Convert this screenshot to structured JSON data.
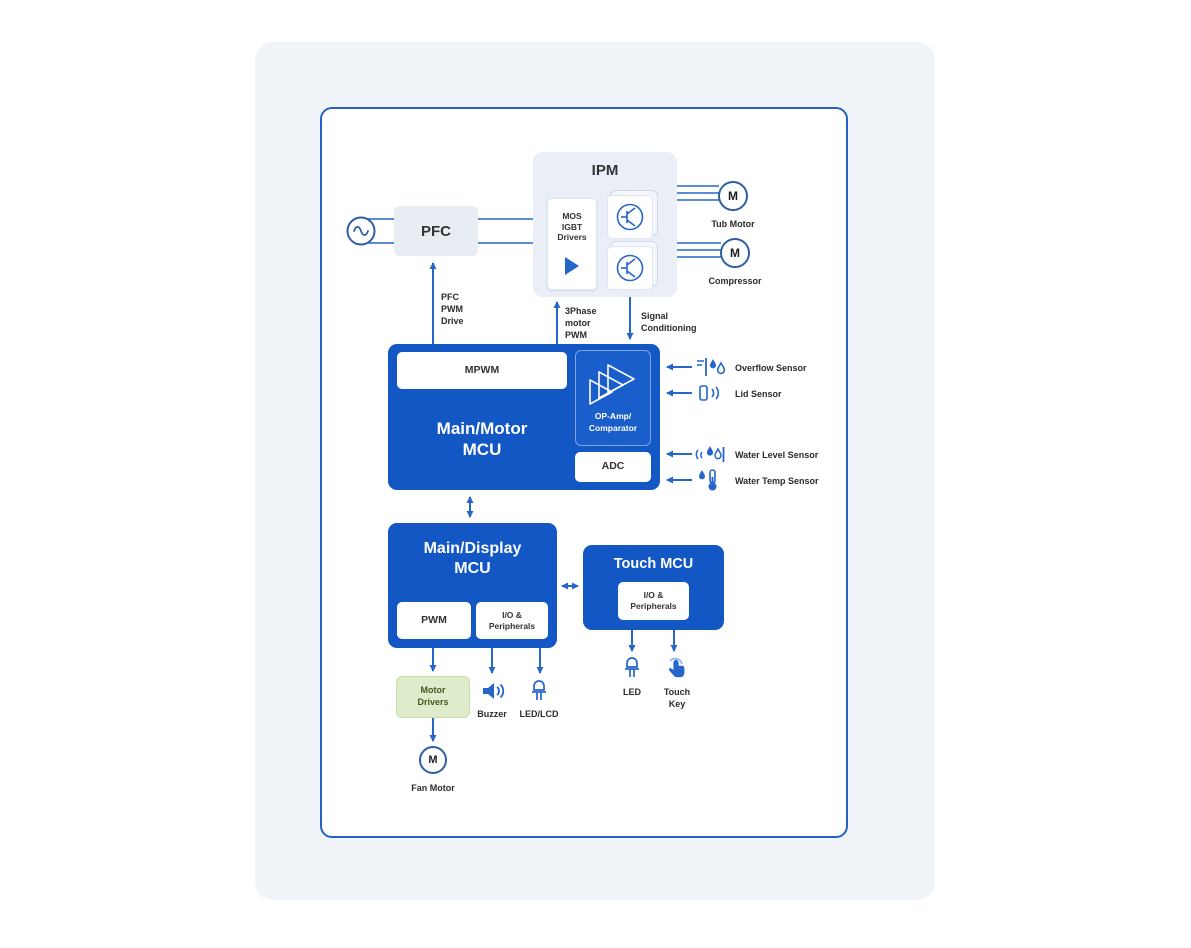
{
  "diagram": {
    "power": {
      "pfc_label": "PFC"
    },
    "ipm": {
      "title": "IPM",
      "drivers_label": "MOS\nIGBT\nDrivers"
    },
    "motors": {
      "tub": {
        "symbol": "M",
        "label": "Tub Motor"
      },
      "compressor": {
        "symbol": "M",
        "label": "Compressor"
      },
      "fan": {
        "symbol": "M",
        "label": "Fan Motor"
      }
    },
    "signal_labels": {
      "pfc_pwm_drive": "PFC\nPWM\nDrive",
      "three_phase_motor_pwm": "3Phase\nmotor\nPWM",
      "signal_conditioning": "Signal\nConditioning"
    },
    "main_motor_mcu": {
      "title": "Main/Motor\nMCU",
      "mpwm_label": "MPWM",
      "opamp_label": "OP-Amp/\nComparator",
      "adc_label": "ADC"
    },
    "sensors": [
      {
        "label": "Overflow Sensor"
      },
      {
        "label": "Lid Sensor"
      },
      {
        "label": "Water Level Sensor"
      },
      {
        "label": "Water Temp Sensor"
      }
    ],
    "main_display_mcu": {
      "title": "Main/Display\nMCU",
      "pwm_label": "PWM",
      "io_label": "I/O &\nPeripherals"
    },
    "touch_mcu": {
      "title": "Touch MCU",
      "io_label": "I/O &\nPeripherals"
    },
    "outputs": {
      "motor_drivers_label": "Motor\nDrivers",
      "buzzer_label": "Buzzer",
      "led_lcd_label": "LED/LCD",
      "led_label": "LED",
      "touch_key_label": "Touch\nKey"
    },
    "icons": {
      "ac_source": "sine-wave-circle",
      "amplifier": "right-triangle",
      "igbt": "transistor-circle",
      "opamp": "triple-triangle",
      "overflow_sensor": "water-drops-probe",
      "lid_sensor": "reed-switch-waves",
      "water_level_sensor": "waves-drops-probe",
      "water_temp_sensor": "thermometer-drop",
      "buzzer": "speaker-waves",
      "led": "led-diode",
      "led_lcd": "led-diode",
      "touch_key": "tapping-finger",
      "motor": "m-circle"
    },
    "colors": {
      "primary_blue": "#1257C4",
      "line_blue": "#2566C8",
      "panel_light": "#E9EEF7",
      "card_bg": "#F0F4F8",
      "green_fill": "#DFECCB"
    }
  }
}
